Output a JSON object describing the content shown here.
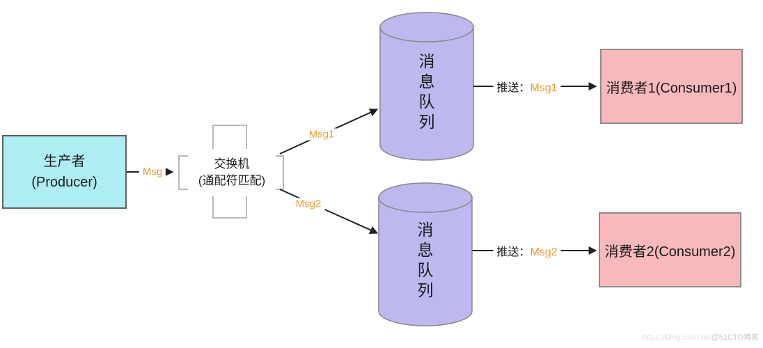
{
  "diagram": {
    "producer": {
      "title": "生产者",
      "subtitle": "(Producer)"
    },
    "exchange": {
      "title": "交换机",
      "subtitle": "(通配符匹配)"
    },
    "queue1": {
      "char1": "消",
      "char2": "息",
      "char3": "队",
      "char4": "列"
    },
    "queue2": {
      "char1": "消",
      "char2": "息",
      "char3": "队",
      "char4": "列"
    },
    "consumer1": {
      "label": "消费者1(Consumer1)"
    },
    "consumer2": {
      "label": "消费者2(Consumer2)"
    },
    "edges": {
      "produce_label": "Msg",
      "route1_label": "Msg1",
      "route2_label": "Msg2",
      "push1_prefix": "推送：",
      "push1_value": "Msg1",
      "push2_prefix": "推送：",
      "push2_value": "Msg2"
    }
  },
  "watermark": {
    "url": "https://blog.csdn.net",
    "badge": "@51CTO博客"
  },
  "colors": {
    "producer_fill": "#aeeef2",
    "producer_border": "#606060",
    "queue_fill": "#bdb9ef",
    "consumer_fill": "#f8b9bc",
    "shape_border": "#8c8c8c",
    "exchange_stroke": "#a9a9a9",
    "accent": "#f09a32",
    "line_color": "#1f1f1f",
    "text_color": "#1a1a1a",
    "watermark_faint": "#dedede",
    "watermark_badge": "#c9c9c9"
  }
}
